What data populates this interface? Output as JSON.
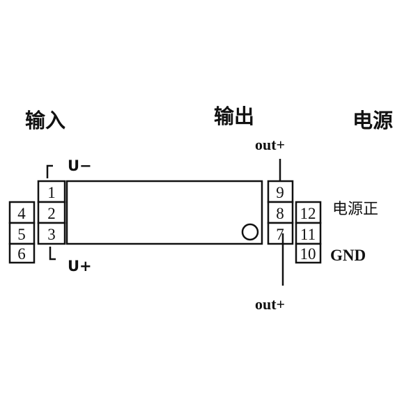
{
  "headers": {
    "input": "输入",
    "output": "输出",
    "power": "电源"
  },
  "labels": {
    "u_minus": "U−",
    "u_plus": "U+",
    "out_top": "out+",
    "out_bottom": "out+",
    "power_positive": "电源正",
    "gnd": "GND"
  },
  "pins": {
    "p1": "1",
    "p2": "2",
    "p3": "3",
    "p4": "4",
    "p5": "5",
    "p6": "6",
    "p7": "7",
    "p8": "8",
    "p9": "9",
    "p10": "10",
    "p11": "11",
    "p12": "12"
  },
  "colors": {
    "ink": "#111111",
    "background": "#ffffff"
  }
}
